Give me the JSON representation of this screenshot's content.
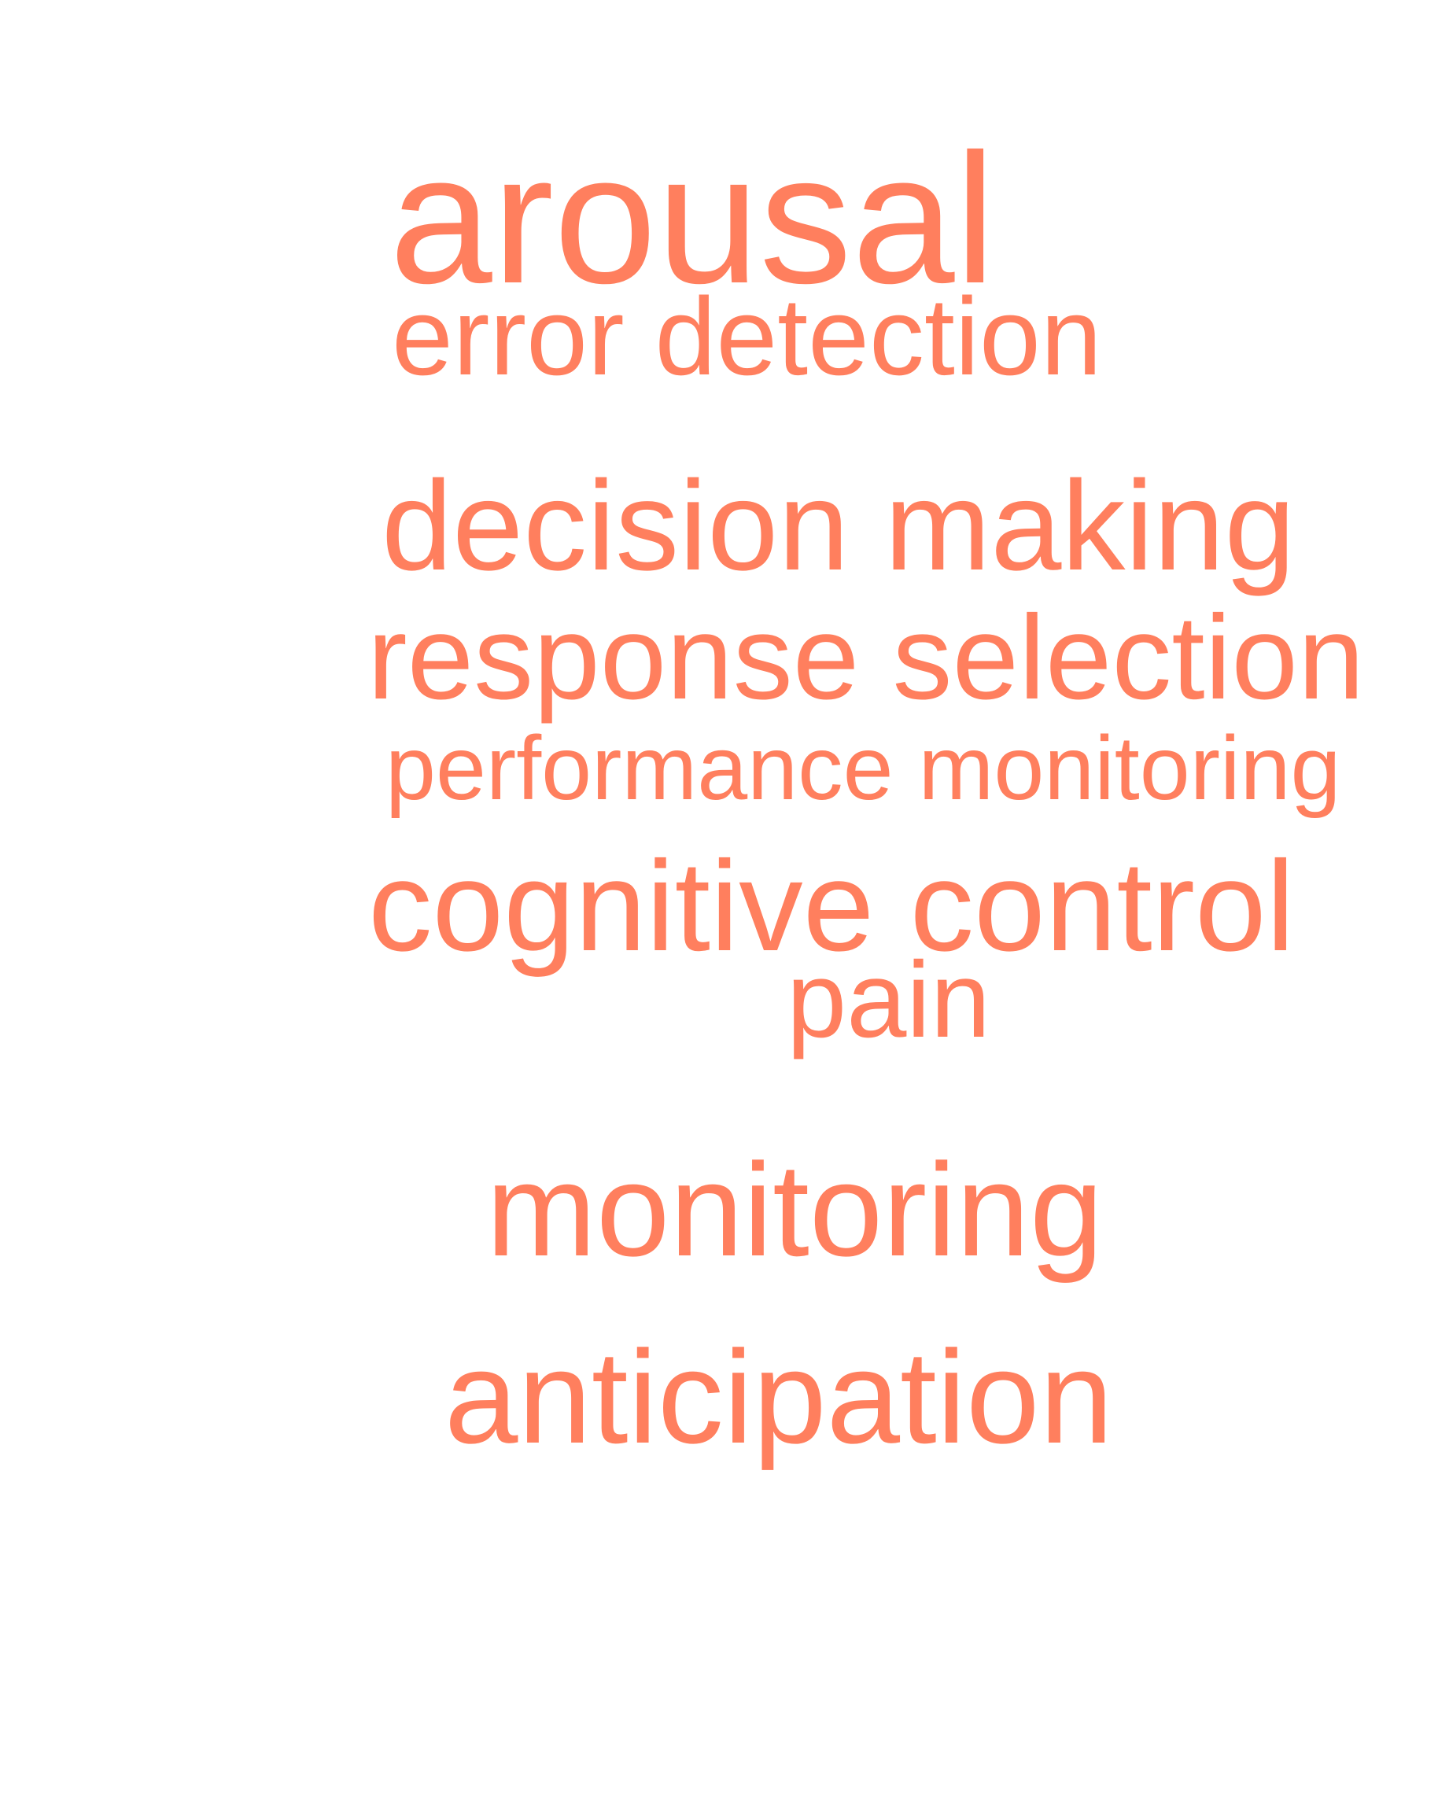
{
  "word_cloud": {
    "color": "#ff7f5e",
    "words": [
      {
        "id": "arousal",
        "text": "arousal"
      },
      {
        "id": "error-detection",
        "text": "error detection"
      },
      {
        "id": "decision-making",
        "text": "decision making"
      },
      {
        "id": "response-selection",
        "text": "response selection"
      },
      {
        "id": "performance-monitoring",
        "text": "performance monitoring"
      },
      {
        "id": "cognitive-control",
        "text": "cognitive control"
      },
      {
        "id": "pain",
        "text": "pain"
      },
      {
        "id": "monitoring",
        "text": "monitoring"
      },
      {
        "id": "anticipation",
        "text": "anticipation"
      }
    ]
  }
}
